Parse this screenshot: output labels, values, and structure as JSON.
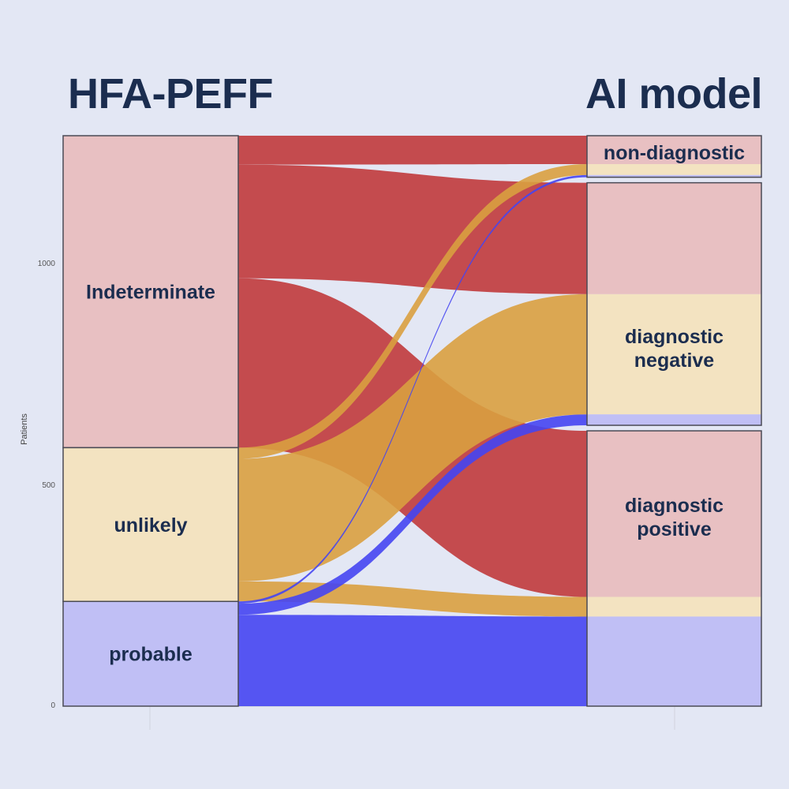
{
  "titles": {
    "left": "HFA-PEFF",
    "right": "AI model"
  },
  "chart_data": {
    "type": "sankey",
    "ylabel": "Patients",
    "yticks": [
      0,
      500,
      1000
    ],
    "ylim": [
      0,
      1280
    ],
    "left_nodes": [
      {
        "id": "indeterminate",
        "label": "Indeterminate",
        "value": 700,
        "color": "#e8c0c2"
      },
      {
        "id": "unlikely",
        "label": "unlikely",
        "value": 345,
        "color": "#f3e3c1"
      },
      {
        "id": "probable",
        "label": "probable",
        "value": 235,
        "color": "#c0bff5"
      }
    ],
    "right_nodes": [
      {
        "id": "non_diagnostic",
        "label": "non-diagnostic",
        "value": 95,
        "segments": [
          {
            "from": "indeterminate",
            "value": 65,
            "color": "#e8c0c2"
          },
          {
            "from": "unlikely",
            "value": 25,
            "color": "#f3e3c1"
          },
          {
            "from": "probable",
            "value": 5,
            "color": "#c0bff5"
          }
        ]
      },
      {
        "id": "diagnostic_negative",
        "label_lines": [
          "diagnostic",
          "negative"
        ],
        "value": 555,
        "segments": [
          {
            "from": "indeterminate",
            "value": 255,
            "color": "#e8c0c2"
          },
          {
            "from": "unlikely",
            "value": 275,
            "color": "#f3e3c1"
          },
          {
            "from": "probable",
            "value": 25,
            "color": "#c0bff5"
          }
        ]
      },
      {
        "id": "diagnostic_positive",
        "label_lines": [
          "diagnostic",
          "positive"
        ],
        "value": 630,
        "segments": [
          {
            "from": "indeterminate",
            "value": 380,
            "color": "#e8c0c2"
          },
          {
            "from": "unlikely",
            "value": 45,
            "color": "#f3e3c1"
          },
          {
            "from": "probable",
            "value": 205,
            "color": "#c0bff5"
          }
        ]
      }
    ],
    "flow_colors": {
      "indeterminate": "#c03a3c",
      "unlikely": "#d9a040",
      "probable": "#4545f2"
    },
    "flow_order": [
      {
        "from": "indeterminate",
        "to": "non_diagnostic",
        "value": 65
      },
      {
        "from": "indeterminate",
        "to": "diagnostic_negative",
        "value": 255
      },
      {
        "from": "indeterminate",
        "to": "diagnostic_positive",
        "value": 380
      },
      {
        "from": "unlikely",
        "to": "non_diagnostic",
        "value": 25
      },
      {
        "from": "unlikely",
        "to": "diagnostic_negative",
        "value": 275
      },
      {
        "from": "unlikely",
        "to": "diagnostic_positive",
        "value": 45
      },
      {
        "from": "probable",
        "to": "non_diagnostic",
        "value": 5
      },
      {
        "from": "probable",
        "to": "diagnostic_negative",
        "value": 25
      },
      {
        "from": "probable",
        "to": "diagnostic_positive",
        "value": 205
      }
    ]
  }
}
